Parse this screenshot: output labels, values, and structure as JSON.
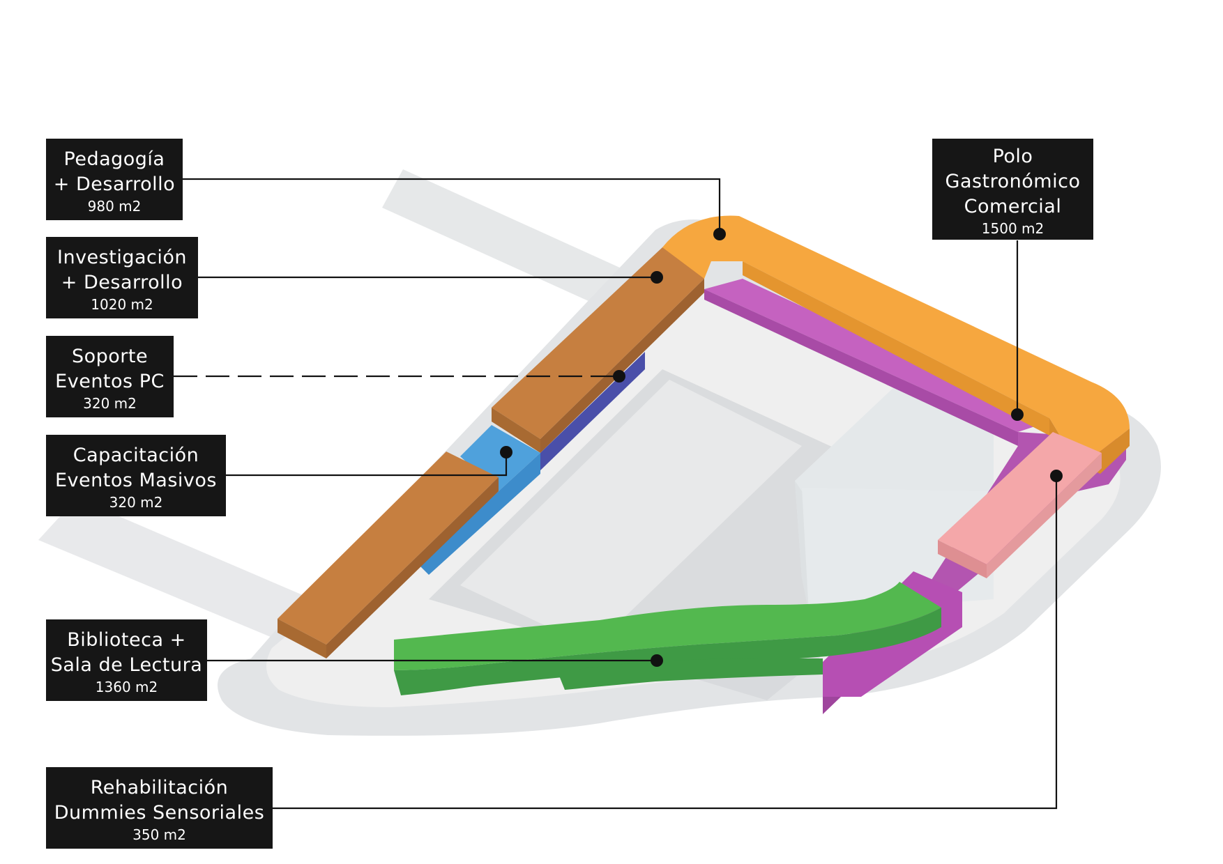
{
  "labels": [
    {
      "id": "pedagogia",
      "lines": [
        "Pedagogía",
        "+ Desarrollo"
      ],
      "area": "980 m2"
    },
    {
      "id": "investigacion",
      "lines": [
        "Investigación",
        "+ Desarrollo"
      ],
      "area": "1020 m2"
    },
    {
      "id": "soporte",
      "lines": [
        "Soporte",
        "Eventos PC"
      ],
      "area": "320 m2"
    },
    {
      "id": "capacitacion",
      "lines": [
        "Capacitación",
        "Eventos Masivos"
      ],
      "area": "320 m2"
    },
    {
      "id": "biblioteca",
      "lines": [
        "Biblioteca +",
        "Sala de Lectura"
      ],
      "area": "1360 m2"
    },
    {
      "id": "rehabilitacion",
      "lines": [
        "Rehabilitación",
        "Dummies Sensoriales"
      ],
      "area": "350 m2"
    },
    {
      "id": "polo",
      "lines": [
        "Polo",
        "Gastronómico",
        "Comercial"
      ],
      "area": "1500 m2"
    }
  ],
  "colors": {
    "pedagogia": "#f6a73f",
    "investigacion": "#c67f40",
    "soporte": "#4a4fa9",
    "capacitacion": "#4fa1dc",
    "biblioteca": "#53b84f",
    "rehabilitacion": "#f4a7a9",
    "polo": "#b355b0",
    "label_background": "#161616",
    "leader_line": "#111111"
  }
}
